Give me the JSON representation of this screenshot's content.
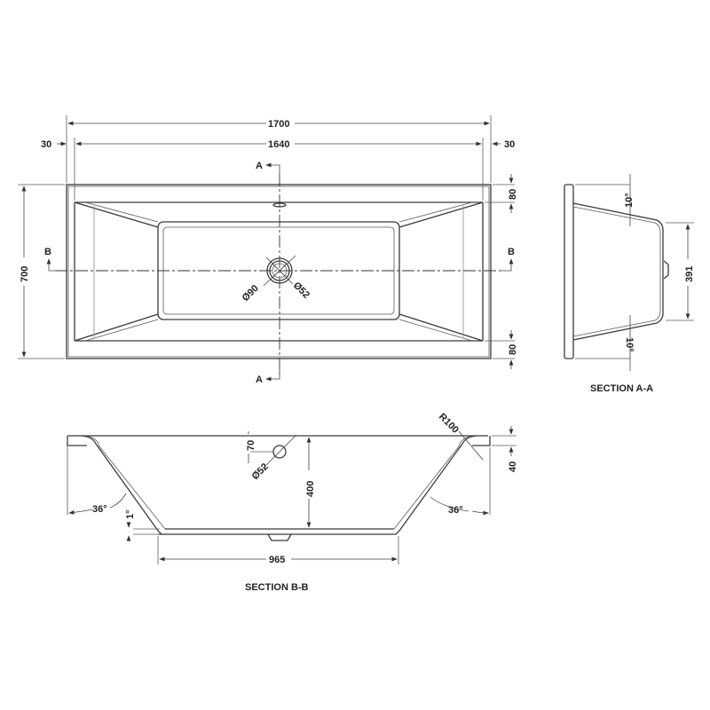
{
  "drawing": {
    "subject": "Rectangular double-ended bath technical drawing",
    "plan_view": {
      "overall_length": "1700",
      "inner_length": "1640",
      "left_rim": "30",
      "right_rim": "30",
      "overall_width": "700",
      "top_rim": "80",
      "bottom_rim": "80",
      "waste_outer_dia": "Ø90",
      "waste_inner_dia": "Ø52",
      "section_a_marker": "A",
      "section_b_marker": "B"
    },
    "section_a": {
      "title": "SECTION A-A",
      "angle_top": "10°",
      "angle_bottom": "10°",
      "base_width": "391"
    },
    "section_b": {
      "title": "SECTION B-B",
      "left_angle": "36°",
      "right_angle": "36°",
      "floor_slope": "1°",
      "depth": "400",
      "overflow_offset": "70",
      "overflow_dia": "Ø52",
      "rim_radius": "R100",
      "rim_thickness": "40",
      "base_length": "965"
    }
  }
}
